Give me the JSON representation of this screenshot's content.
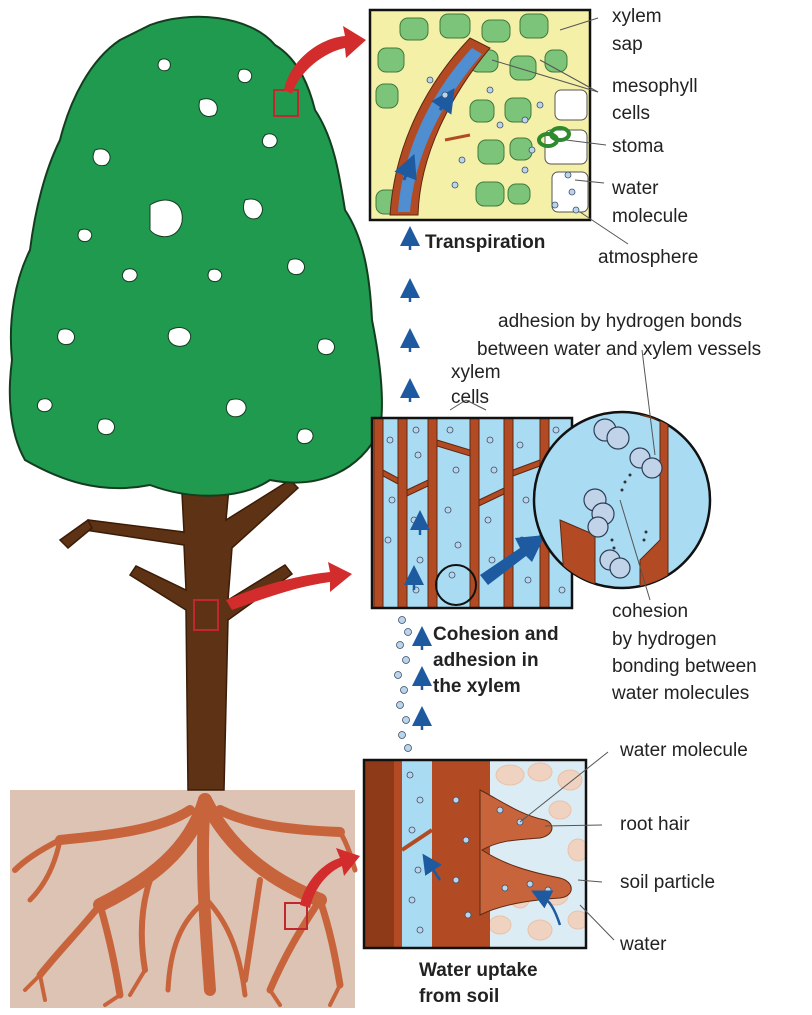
{
  "colors": {
    "foliage": "#1f9a4f",
    "trunk": "#5e3214",
    "root": "#c8643c",
    "soil": "#dcc3b4",
    "xylem_wall": "#b24b23",
    "water": "#a9dcf2",
    "cell_green": "#7dc47b",
    "leaf_bg": "#f5f0a8",
    "arrow_red": "#d22c2c",
    "arrow_blue": "#1e5aa0"
  },
  "panels": {
    "leaf": {
      "caption": "Transpiration",
      "labels": {
        "xylem_sap": [
          "xylem",
          "sap"
        ],
        "mesophyll": [
          "mesophyll",
          "cells"
        ],
        "stoma": "stoma",
        "water_molecule": [
          "water",
          "molecule"
        ],
        "atmosphere": "atmosphere"
      }
    },
    "stem": {
      "caption": [
        "Cohesion and",
        "adhesion in",
        "the xylem"
      ],
      "labels": {
        "adhesion": [
          "adhesion by hydrogen bonds",
          "between water and xylem vessels"
        ],
        "xylem_cells": [
          "xylem",
          "cells"
        ],
        "cohesion": [
          "cohesion",
          "by hydrogen",
          "bonding between",
          "water molecules"
        ]
      }
    },
    "root": {
      "caption": [
        "Water uptake",
        "from soil"
      ],
      "labels": {
        "water_molecule": "water molecule",
        "root_hair": "root hair",
        "soil_particle": "soil particle",
        "water": "water"
      }
    }
  }
}
